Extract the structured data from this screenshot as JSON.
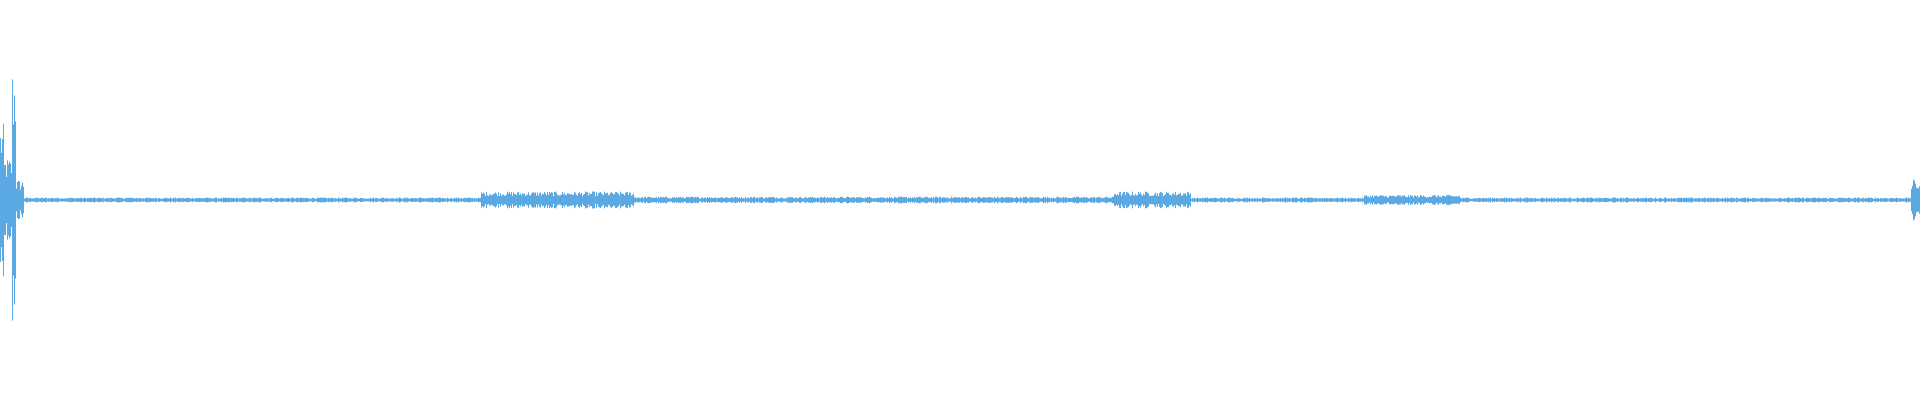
{
  "waveform": {
    "color": "#5aa9e2",
    "background": "#ffffff",
    "segments": [
      {
        "start": 0.0,
        "end": 0.002,
        "amplitude": 0.45
      },
      {
        "start": 0.002,
        "end": 0.006,
        "amplitude": 0.25
      },
      {
        "start": 0.006,
        "end": 0.008,
        "amplitude": 0.8
      },
      {
        "start": 0.008,
        "end": 0.012,
        "amplitude": 0.12
      },
      {
        "start": 0.012,
        "end": 0.25,
        "amplitude": 0.015
      },
      {
        "start": 0.25,
        "end": 0.33,
        "amplitude": 0.05
      },
      {
        "start": 0.33,
        "end": 0.58,
        "amplitude": 0.02
      },
      {
        "start": 0.58,
        "end": 0.62,
        "amplitude": 0.05
      },
      {
        "start": 0.62,
        "end": 0.71,
        "amplitude": 0.015
      },
      {
        "start": 0.71,
        "end": 0.76,
        "amplitude": 0.03
      },
      {
        "start": 0.76,
        "end": 0.995,
        "amplitude": 0.015
      },
      {
        "start": 0.995,
        "end": 1.0,
        "amplitude": 0.12
      }
    ]
  }
}
